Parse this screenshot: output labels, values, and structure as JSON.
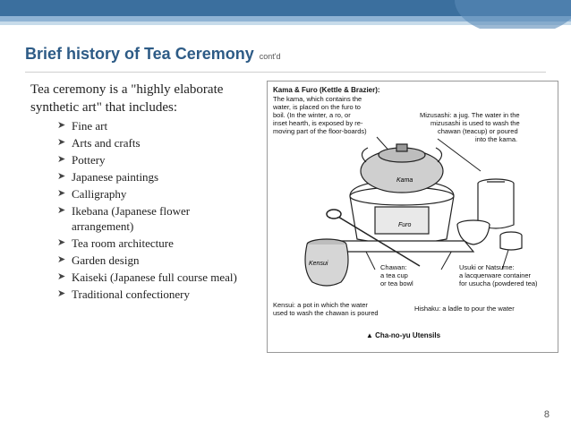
{
  "slide": {
    "title": "Brief history of Tea Ceremony",
    "subtitle": "cont'd",
    "intro": "Tea ceremony is a \"highly elaborate synthetic art\" that includes:",
    "items": [
      "Fine art",
      "Arts and crafts",
      "Pottery",
      "Japanese paintings",
      "Calligraphy",
      "Ikebana (Japanese flower arrangement)",
      "Tea room architecture",
      "Garden design",
      "Kaiseki (Japanese full course meal)",
      "Traditional confectionery"
    ],
    "page_number": "8"
  },
  "figure": {
    "kama_furo_title": "Kama & Furo (Kettle & Brazier):",
    "kama_furo_lines": [
      "The kama, which contains the",
      "water, is placed on the furo to",
      "boil. (In the winter, a ro, or",
      "inset hearth, is exposed by re-",
      "moving part of the floor-boards)"
    ],
    "mizusashi_lines": [
      "Mizusashi: a jug. The water in the",
      "mizusashi is used to wash the",
      "chawan (teacup) or poured",
      "into the kama."
    ],
    "label_kama": "Kama",
    "label_furo": "Furo",
    "label_kensui": "Kensui",
    "chawan_lines": [
      "Chawan:",
      "a tea cup",
      "or tea bowl"
    ],
    "usuki_lines": [
      "Usuki or Natsume:",
      "a lacquerware container",
      "for usucha (powdered tea)"
    ],
    "kensui_lines": [
      "Kensui: a pot in which the water",
      "used to wash the chawan is poured"
    ],
    "hishaku_line": "Hishaku: a ladle to pour the water",
    "caption": "▲ Cha-no-yu Utensils"
  }
}
